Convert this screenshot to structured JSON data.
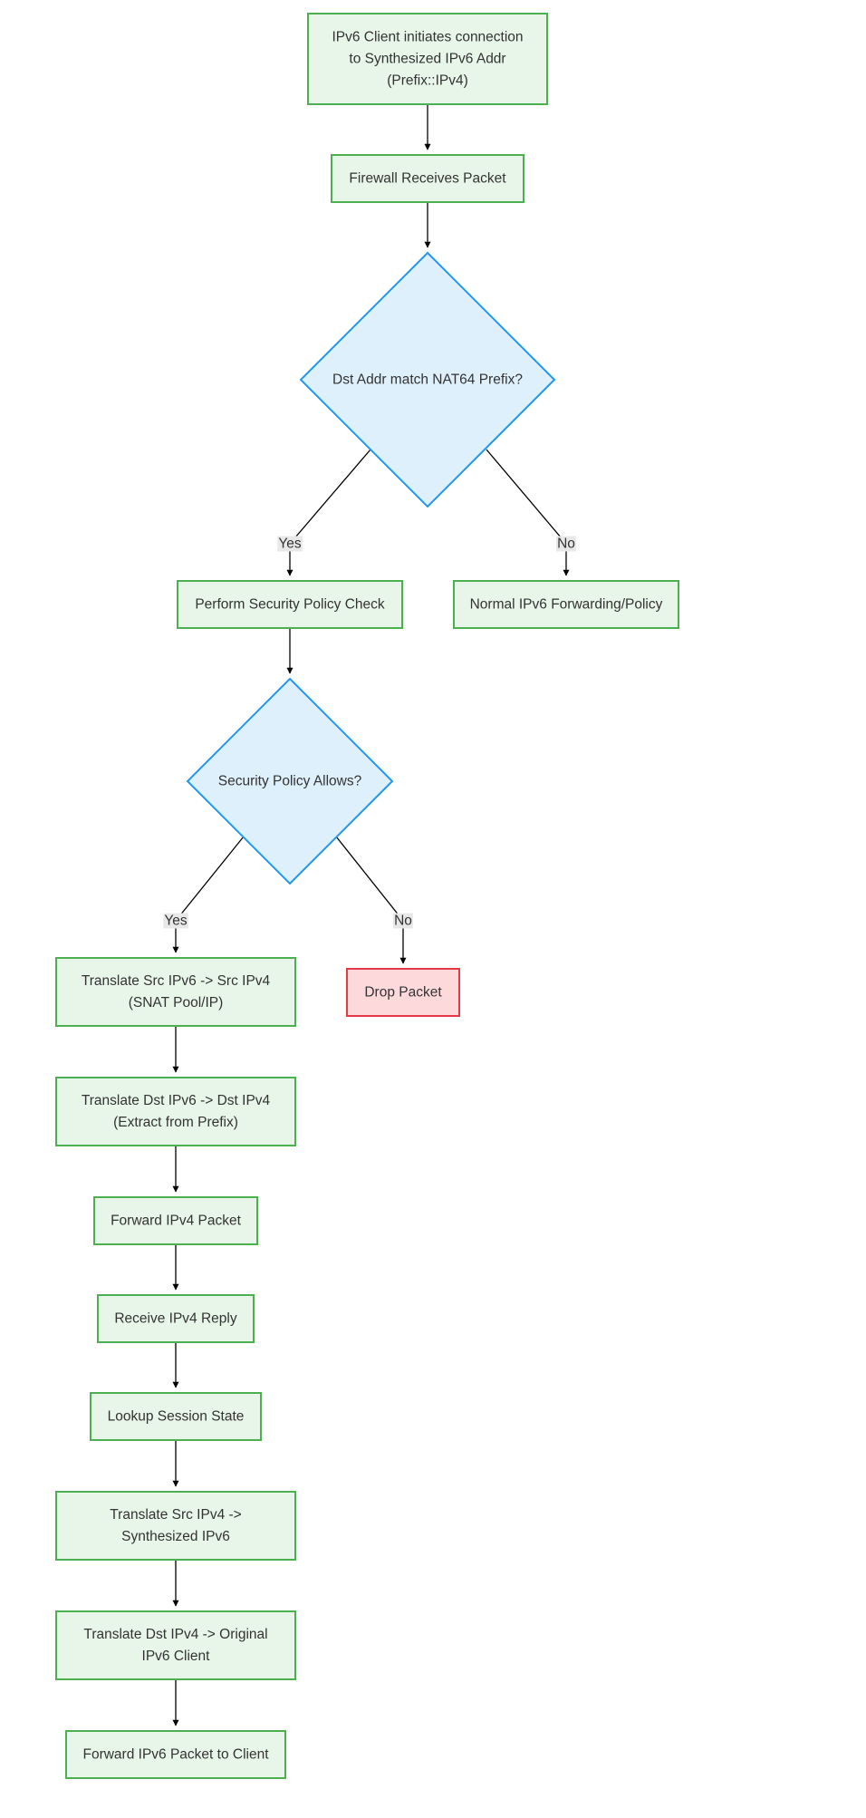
{
  "colors": {
    "process_fill": "#e8f5e9",
    "process_stroke": "#4caf50",
    "decision_fill": "#def0fb",
    "decision_stroke": "#2196f3",
    "danger_fill": "#fdd9dc",
    "danger_stroke": "#e53945",
    "edge": "#000000",
    "label_bg": "#e8e8e8",
    "text": "#333333"
  },
  "nodes": {
    "client_initiates": {
      "lines": [
        "IPv6 Client initiates connection",
        "to Synthesized IPv6 Addr",
        "(Prefix::IPv4)"
      ]
    },
    "firewall_receives": {
      "lines": [
        "Firewall Receives Packet"
      ]
    },
    "dst_match_prefix": {
      "lines": [
        "Dst Addr match NAT64 Prefix?"
      ]
    },
    "security_check": {
      "lines": [
        "Perform Security Policy Check"
      ]
    },
    "normal_forwarding": {
      "lines": [
        "Normal IPv6 Forwarding/Policy"
      ]
    },
    "policy_allows": {
      "lines": [
        "Security Policy Allows?"
      ]
    },
    "translate_src": {
      "lines": [
        "Translate Src IPv6 -> Src IPv4",
        "(SNAT Pool/IP)"
      ]
    },
    "drop_packet": {
      "lines": [
        "Drop Packet"
      ]
    },
    "translate_dst": {
      "lines": [
        "Translate Dst IPv6 -> Dst IPv4",
        "(Extract from Prefix)"
      ]
    },
    "forward_ipv4": {
      "lines": [
        "Forward IPv4 Packet"
      ]
    },
    "receive_reply": {
      "lines": [
        "Receive IPv4 Reply"
      ]
    },
    "lookup_session": {
      "lines": [
        "Lookup Session State"
      ]
    },
    "translate_src_back": {
      "lines": [
        "Translate Src IPv4 ->",
        "Synthesized IPv6"
      ]
    },
    "translate_dst_back": {
      "lines": [
        "Translate Dst IPv4 -> Original",
        "IPv6 Client"
      ]
    },
    "forward_ipv6": {
      "lines": [
        "Forward IPv6 Packet to Client"
      ]
    }
  },
  "edge_labels": {
    "prefix_yes": "Yes",
    "prefix_no": "No",
    "policy_yes": "Yes",
    "policy_no": "No"
  }
}
